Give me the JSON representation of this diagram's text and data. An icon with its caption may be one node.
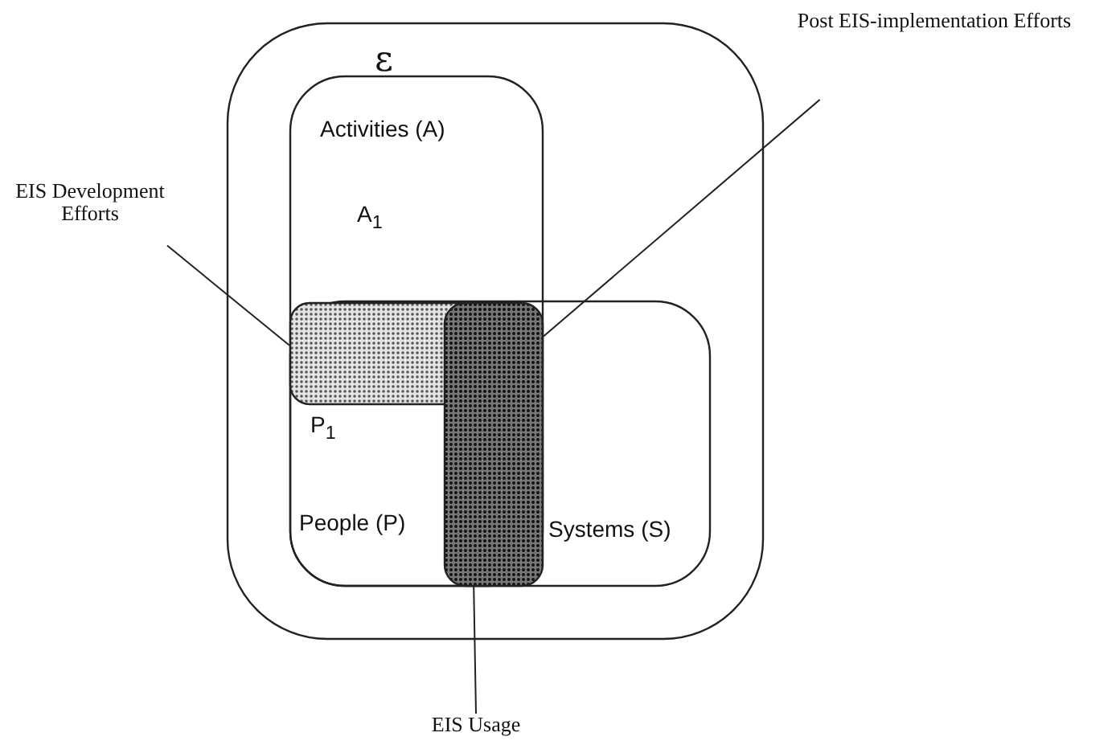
{
  "diagram": {
    "nodes": [
      {
        "text": [
          "ε"
        ]
      },
      {
        "text": [
          "Activities (A)",
          "A$_{1}$"
        ],
        "in": 0
      },
      {
        "text": [
          "People (P)",
          "Systems (S)"
        ],
        "in": 0
      },
      {
        "text": [],
        "shape": "bar"
      },
      {
        "text": [],
        "shape": "bar"
      },
      {
        "text": [
          "EIS Development Efforts"
        ]
      },
      {
        "text": [
          "Post EIS-implementation Efforts"
        ]
      },
      {
        "text": [
          "EIS Usage"
        ]
      }
    ],
    "edges": [
      {
        "from": 5,
        "to": 3,
        "arrow": "none"
      },
      {
        "from": 6,
        "to": 4,
        "arrow": "none"
      },
      {
        "from": 7,
        "to": 4,
        "arrow": "none"
      }
    ],
    "labels": [
      "P$_{1}$"
    ]
  }
}
